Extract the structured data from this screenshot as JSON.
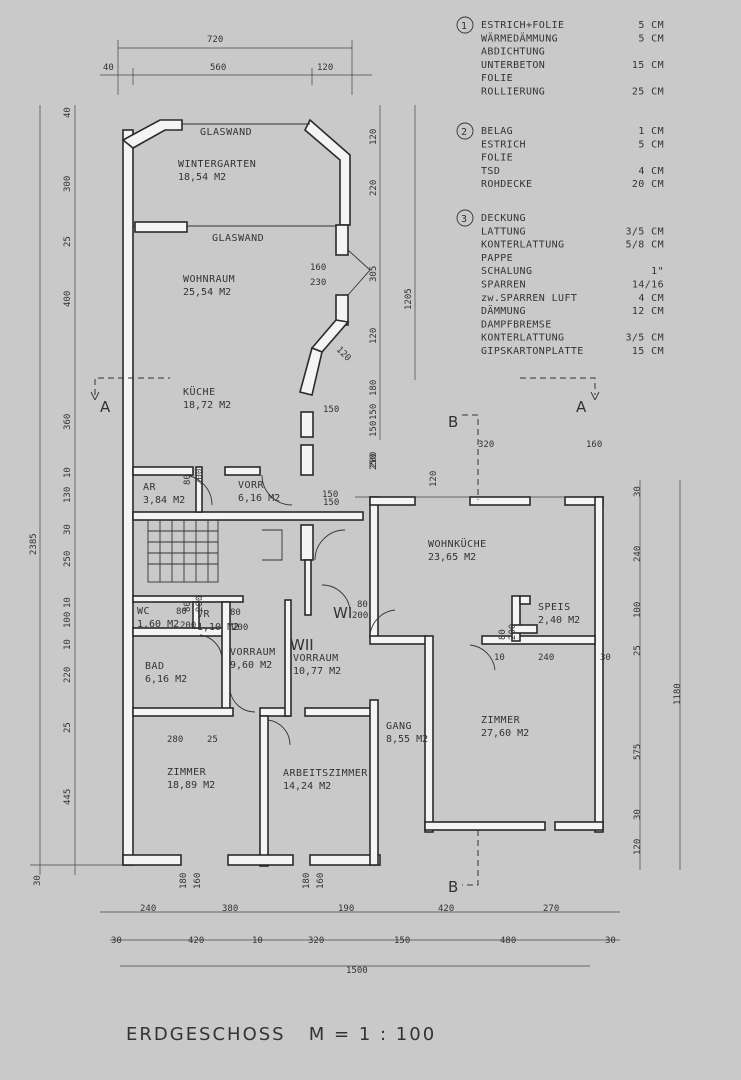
{
  "title": "ERDGESCHOSS   M = 1 : 100",
  "section_marks": {
    "a_left": "A",
    "a_right": "A",
    "b_top": "B",
    "b_bottom": "B"
  },
  "unit_marks": {
    "w1": "WI",
    "w2": "WII"
  },
  "rooms": [
    {
      "name": "GLASWAND",
      "area": ""
    },
    {
      "name": "WINTERGARTEN",
      "area": "18,54 M2"
    },
    {
      "name": "GLASWAND",
      "area": ""
    },
    {
      "name": "WOHNRAUM",
      "area": "25,54 M2"
    },
    {
      "name": "KÜCHE",
      "area": "18,72 M2"
    },
    {
      "name": "AR",
      "area": "3,84 M2"
    },
    {
      "name": "VORR",
      "area": "6,16 M2"
    },
    {
      "name": "WC",
      "area": "1,60 M2"
    },
    {
      "name": "VR",
      "area": "1,10 M2"
    },
    {
      "name": "BAD",
      "area": "6,16 M2"
    },
    {
      "name": "VORRAUM",
      "area": "9,60 M2"
    },
    {
      "name": "VORRAUM",
      "area": "10,77 M2"
    },
    {
      "name": "ZIMMER",
      "area": "18,89 M2"
    },
    {
      "name": "ARBEITSZIMMER",
      "area": "14,24 M2"
    },
    {
      "name": "GANG",
      "area": "8,55 M2"
    },
    {
      "name": "WOHNKÜCHE",
      "area": "23,65 M2"
    },
    {
      "name": "SPEIS",
      "area": "2,40 M2"
    },
    {
      "name": "ZIMMER",
      "area": "27,60 M2"
    }
  ],
  "legend": [
    {
      "num": "1",
      "rows": [
        [
          "ESTRICH+FOLIE",
          "5 CM"
        ],
        [
          "WÄRMEDÄMMUNG",
          "5 CM"
        ],
        [
          "ABDICHTUNG",
          ""
        ],
        [
          "UNTERBETON",
          "15 CM"
        ],
        [
          "FOLIE",
          ""
        ],
        [
          "ROLLIERUNG",
          "25 CM"
        ]
      ]
    },
    {
      "num": "2",
      "rows": [
        [
          "BELAG",
          "1 CM"
        ],
        [
          "ESTRICH",
          "5 CM"
        ],
        [
          "FOLIE",
          ""
        ],
        [
          "TSD",
          "4 CM"
        ],
        [
          "ROHDECKE",
          "20 CM"
        ]
      ]
    },
    {
      "num": "3",
      "rows": [
        [
          "DECKUNG",
          ""
        ],
        [
          "LATTUNG",
          "3/5 CM"
        ],
        [
          "KONTERLATTUNG",
          "5/8 CM"
        ],
        [
          "PAPPE",
          ""
        ],
        [
          "SCHALUNG",
          "1\""
        ],
        [
          "SPARREN",
          "14/16"
        ],
        [
          "zw.SPARREN  LUFT",
          "4 CM"
        ],
        [
          "DÄMMUNG",
          "12 CM"
        ],
        [
          "DAMPFBREMSE",
          ""
        ],
        [
          "KONTERLATTUNG",
          "3/5 CM"
        ],
        [
          "GIPSKARTONPLATTE",
          "15 CM"
        ]
      ]
    }
  ],
  "dims_top": [
    "720",
    "40",
    "560",
    "120"
  ],
  "dims_bottom": [
    "240",
    "380",
    "190",
    "420",
    "270",
    "30",
    "420",
    "10",
    "320",
    "150",
    "480",
    "30",
    "1500",
    "180",
    "160",
    "180",
    "160"
  ],
  "dims_left": [
    "40",
    "300",
    "25",
    "400",
    "360",
    "2385",
    "10",
    "130",
    "30",
    "250",
    "10",
    "100",
    "10",
    "220",
    "25",
    "445",
    "30"
  ],
  "dims_right": [
    "120",
    "220",
    "305",
    "1205",
    "120",
    "180",
    "150",
    "150",
    "280",
    "250",
    "30",
    "240",
    "100",
    "25",
    "1180",
    "575",
    "30",
    "120"
  ],
  "dims_inner": [
    "160",
    "230",
    "120",
    "150",
    "320",
    "160",
    "80",
    "200",
    "80",
    "200",
    "80",
    "200",
    "80",
    "200",
    "280",
    "25",
    "10",
    "240",
    "30",
    "80",
    "200",
    "120",
    "150",
    "150",
    "80",
    "200"
  ]
}
